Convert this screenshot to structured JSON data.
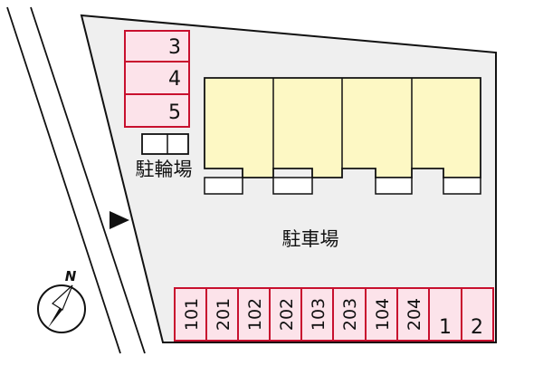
{
  "map": {
    "parking_label": "駐車場",
    "bicycle_label": "駐輪場",
    "north_label": "N",
    "entrance_marker": "arrow-right",
    "top_spots": [
      "3",
      "4",
      "5"
    ],
    "bottom_spots": [
      "101",
      "201",
      "102",
      "202",
      "103",
      "203",
      "104",
      "204",
      "1",
      "2"
    ],
    "building_units": 4,
    "colors": {
      "lot": "#efefef",
      "spot_fill": "#fce3ea",
      "spot_border": "#c8102e",
      "building": "#fdf8c4",
      "ink": "#111111"
    }
  }
}
